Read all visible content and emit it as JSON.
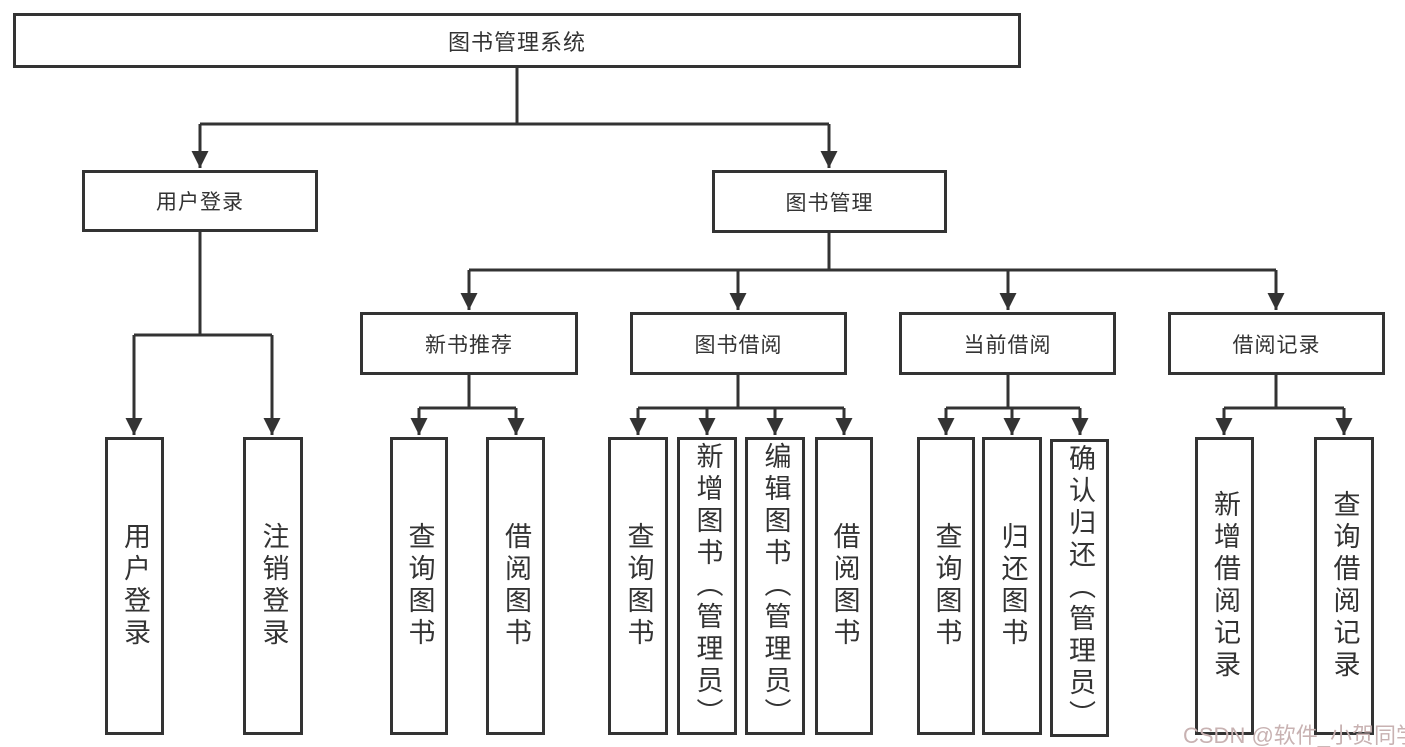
{
  "tree": {
    "root": {
      "label": "图书管理系统"
    },
    "branches": [
      {
        "label": "用户登录",
        "children": [
          {
            "label": "用户登录"
          },
          {
            "label": "注销登录"
          }
        ]
      },
      {
        "label": "图书管理",
        "children": [
          {
            "label": "新书推荐",
            "children": [
              {
                "label": "查询图书"
              },
              {
                "label": "借阅图书"
              }
            ]
          },
          {
            "label": "图书借阅",
            "children": [
              {
                "label": "查询图书"
              },
              {
                "label": "新增图书（管理员）"
              },
              {
                "label": "编辑图书（管理员）"
              },
              {
                "label": "借阅图书"
              }
            ]
          },
          {
            "label": "当前借阅",
            "children": [
              {
                "label": "查询图书"
              },
              {
                "label": "归还图书"
              },
              {
                "label": "确认归还（管理员）"
              }
            ]
          },
          {
            "label": "借阅记录",
            "children": [
              {
                "label": "新增借阅记录"
              },
              {
                "label": "查询借阅记录"
              }
            ]
          }
        ]
      }
    ]
  },
  "watermark": {
    "text": "CSDN @软件_小贺同学"
  },
  "colors": {
    "line": "#333333",
    "text": "#333333",
    "watermark": "#c8b2b2"
  }
}
